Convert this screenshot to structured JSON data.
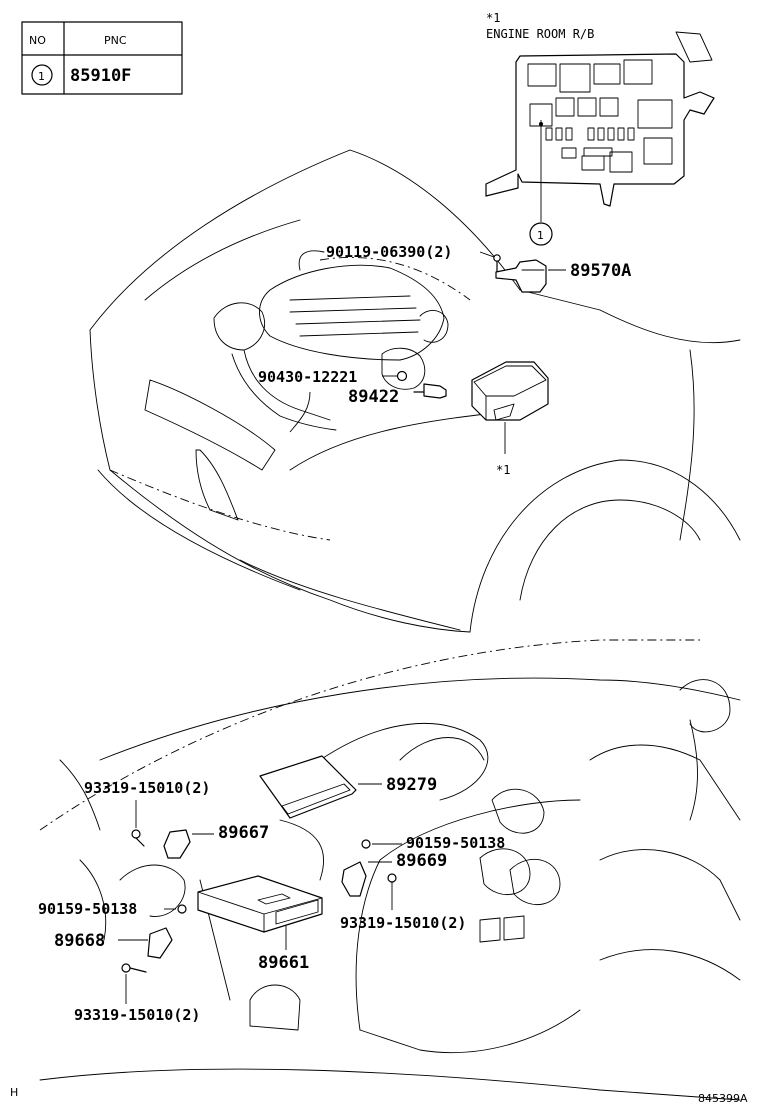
{
  "pnc_table": {
    "col_no": "NO",
    "col_pnc": "PNC",
    "row_no": "1",
    "row_pnc": "85910F"
  },
  "engine_room_rb": {
    "note_mark": "*1",
    "label": "ENGINE ROOM R/B",
    "callout": "1"
  },
  "parts": {
    "p90119": "90119-06390(2)",
    "p89570A": "89570A",
    "p90430": "90430-12221",
    "p89422": "89422",
    "star1": "*1",
    "p89279": "89279",
    "p93319_top": "93319-15010(2)",
    "p89667": "89667",
    "p90159_right": "90159-50138",
    "p89669": "89669",
    "p90159_left": "90159-50138",
    "p93319_mid": "93319-15010(2)",
    "p89668": "89668",
    "p89661": "89661",
    "p93319_bottom": "93319-15010(2)"
  },
  "footer": {
    "corner_mark": "H",
    "illustration_id": "845399A"
  }
}
